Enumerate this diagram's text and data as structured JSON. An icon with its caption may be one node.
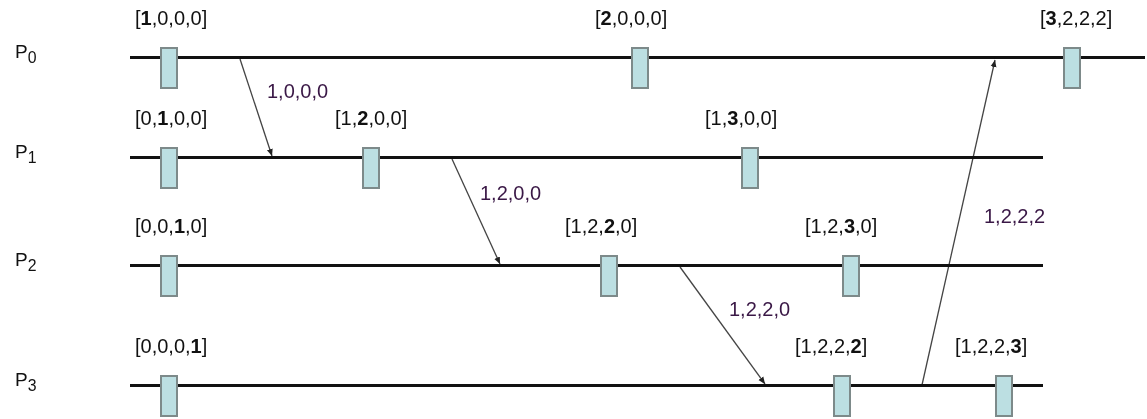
{
  "diagram": {
    "nodes": [
      {
        "text": [
          "P$_{0}$"
        ]
      },
      {
        "text": [
          "P$_{1}$"
        ]
      },
      {
        "text": [
          "P$_{2}$"
        ]
      },
      {
        "text": [
          "P$_{3}$"
        ]
      },
      {
        "text": [
          "[**1**,0,0,0]"
        ]
      },
      {
        "text": [
          "[**2**,0,0,0]"
        ]
      },
      {
        "text": [
          "[**3**,2,2,2]"
        ]
      },
      {
        "text": [
          "[0,**1**,0,0]"
        ]
      },
      {
        "text": [
          "[1,**2**,0,0]"
        ]
      },
      {
        "text": [
          "[1,**3**,0,0]"
        ]
      },
      {
        "text": [
          "[0,0,**1**,0]"
        ]
      },
      {
        "text": [
          "[1,2,**2**,0]"
        ]
      },
      {
        "text": [
          "[1,2,**3**,0]"
        ]
      },
      {
        "text": [
          "[0,0,0,**1**]"
        ]
      },
      {
        "text": [
          "[1,2,2,**2**]"
        ]
      },
      {
        "text": [
          "[1,2,2,**3**]"
        ]
      }
    ],
    "edges": [
      {
        "from": 0,
        "to": 1,
        "arrow": "to",
        "label": "1,0,0,0"
      },
      {
        "from": 1,
        "to": 2,
        "arrow": "to",
        "label": "1,2,0,0"
      },
      {
        "from": 2,
        "to": 3,
        "arrow": "to",
        "label": "1,2,2,0"
      },
      {
        "from": 3,
        "to": 0,
        "arrow": "to",
        "label": "1,2,2,2"
      }
    ]
  }
}
